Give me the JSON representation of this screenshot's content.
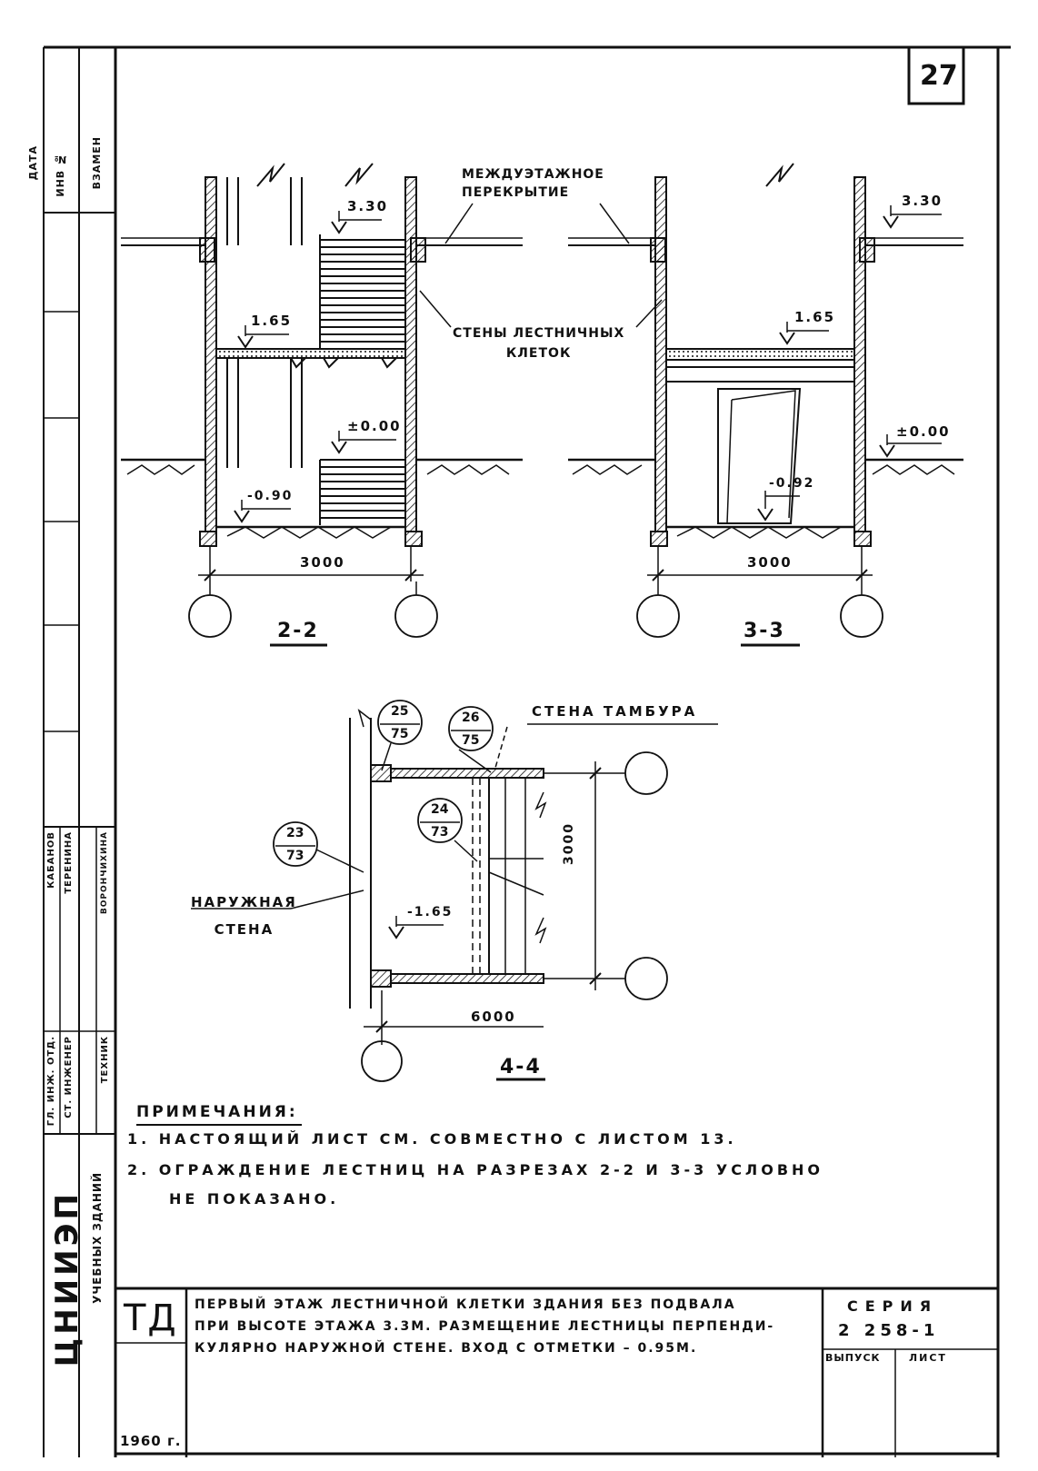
{
  "sheet": {
    "sheet_number": "27"
  },
  "left_stamp": {
    "top_labels": [
      "ДАТА",
      "ИНВ №",
      "ВЗАМЕН"
    ],
    "signature_rows": [
      {
        "role": "ГЛ. ИНЖ. ОТД.",
        "name": "КАБАНОВ"
      },
      {
        "role": "СТ. ИНЖЕНЕР",
        "name": "ТЕРЕНИНА"
      },
      {
        "role": "ТЕХНИК",
        "name": "ВОРОНЧИХИНА"
      }
    ],
    "org_name": "ЦНИИЭП",
    "org_subtitle": "УЧЕБНЫХ ЗДАНИЙ"
  },
  "section_2_2": {
    "title": "2-2",
    "level_top": "3.30",
    "level_mid": "1.65",
    "level_ground": "±0.00",
    "level_bottom": "-0.90",
    "dimension": "3000"
  },
  "section_3_3": {
    "title": "3-3",
    "level_top": "3.30",
    "level_mid": "1.65",
    "level_ground": "±0.00",
    "level_bottom": "-0.92",
    "dimension": "3000"
  },
  "callouts": {
    "floor_slab": "МЕЖДУЭТАЖНОЕ\nПЕРЕКРЫТИЕ",
    "stair_walls": "СТЕНЫ ЛЕСТНИЧНЫХ\nКЛЕТОК",
    "vestibule_wall": "СТЕНА ТАМБУРА",
    "outer_wall": "НАРУЖНАЯ\nСТЕНА"
  },
  "plan_4_4": {
    "title": "4-4",
    "dim_horizontal": "6000",
    "dim_vertical": "3000",
    "level": "-1.65",
    "node_refs": [
      {
        "top": "25",
        "bottom": "75"
      },
      {
        "top": "26",
        "bottom": "75"
      },
      {
        "top": "24",
        "bottom": "73"
      },
      {
        "top": "23",
        "bottom": "73"
      }
    ]
  },
  "notes": {
    "heading": "ПРИМЕЧАНИЯ:",
    "items": [
      "1. НАСТОЯЩИЙ ЛИСТ СМ. СОВМЕСТНО С ЛИСТОМ 13.",
      "2. ОГРАЖДЕНИЕ ЛЕСТНИЦ НА РАЗРЕЗАХ 2-2 И 3-3 УСЛОВНО",
      "НЕ ПОКАЗАНО."
    ]
  },
  "title_block": {
    "logo": "ТД",
    "year": "1960 г.",
    "description": [
      "ПЕРВЫЙ ЭТАЖ ЛЕСТНИЧНОЙ КЛЕТКИ ЗДАНИЯ БЕЗ ПОДВАЛА",
      "ПРИ ВЫСОТЕ ЭТАЖА 3.3М. РАЗМЕЩЕНИЕ ЛЕСТНИЦЫ ПЕРПЕНДИ-",
      "КУЛЯРНО НАРУЖНОЙ СТЕНЕ. ВХОД С ОТМЕТКИ – 0.95М."
    ],
    "series_label": "СЕРИЯ",
    "series_number": "2 258-1",
    "issue_label": "ВЫПУСК",
    "sheet_label": "ЛИСТ"
  }
}
